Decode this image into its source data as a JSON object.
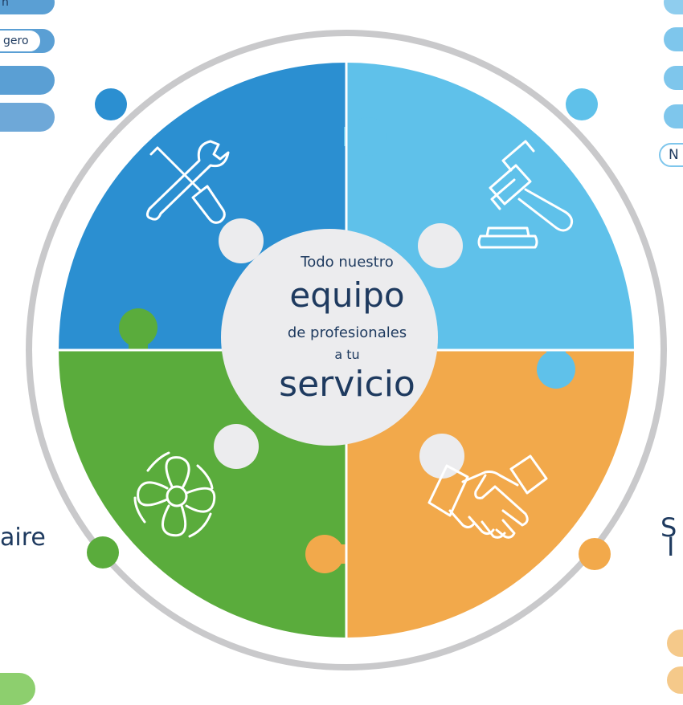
{
  "center": {
    "line1": "Todo nuestro",
    "line2": "equipo",
    "line3": "de profesionales",
    "line4": "a tu",
    "line5": "servicio"
  },
  "left_pills": {
    "pill_1": "n",
    "pill_2": "gero"
  },
  "right_pills": {
    "pill_5": "N"
  },
  "side_text": {
    "left": "aire",
    "right_line1": "S",
    "right_line2": "I"
  },
  "pieces": [
    {
      "name": "tools",
      "color": "#2b8fd1",
      "icon": "wrench-screwdriver-icon"
    },
    {
      "name": "legal",
      "color": "#5fc1ea",
      "icon": "gavel-icon"
    },
    {
      "name": "hvac",
      "color": "#5aac3c",
      "icon": "fan-icon"
    },
    {
      "name": "agreement",
      "color": "#f2a94b",
      "icon": "handshake-icon"
    }
  ],
  "colors": {
    "ring": "#c9c9cb",
    "center": "#ececee",
    "text": "#1e3a5f"
  }
}
